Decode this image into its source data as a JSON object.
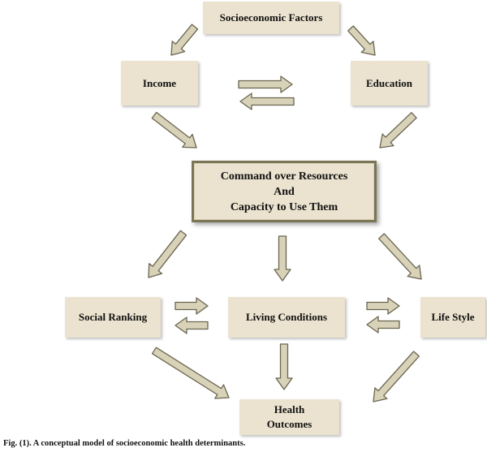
{
  "diagram": {
    "nodes": {
      "socioeconomic": "Socioeconomic Factors",
      "income": "Income",
      "education": "Education",
      "command": [
        "Command over Resources",
        "And",
        "Capacity to Use Them"
      ],
      "social_ranking": "Social Ranking",
      "living_conditions": "Living Conditions",
      "life_style": "Life Style",
      "health_outcomes": [
        "Health",
        "Outcomes"
      ]
    },
    "edges": [
      {
        "from": "socioeconomic",
        "to": "income"
      },
      {
        "from": "socioeconomic",
        "to": "education"
      },
      {
        "from": "income",
        "to": "education"
      },
      {
        "from": "education",
        "to": "income"
      },
      {
        "from": "income",
        "to": "command"
      },
      {
        "from": "education",
        "to": "command"
      },
      {
        "from": "command",
        "to": "social_ranking"
      },
      {
        "from": "command",
        "to": "living_conditions"
      },
      {
        "from": "command",
        "to": "life_style"
      },
      {
        "from": "social_ranking",
        "to": "living_conditions"
      },
      {
        "from": "living_conditions",
        "to": "social_ranking"
      },
      {
        "from": "living_conditions",
        "to": "life_style"
      },
      {
        "from": "life_style",
        "to": "living_conditions"
      },
      {
        "from": "social_ranking",
        "to": "health_outcomes"
      },
      {
        "from": "living_conditions",
        "to": "health_outcomes"
      },
      {
        "from": "life_style",
        "to": "health_outcomes"
      }
    ],
    "colors": {
      "box_fill": "#ebe3cf",
      "arrow_fill": "#d8d2b8",
      "arrow_stroke": "#6a6550",
      "central_border": "#7a7556"
    }
  },
  "caption": "Fig. (1). A conceptual model of socioeconomic health determinants."
}
